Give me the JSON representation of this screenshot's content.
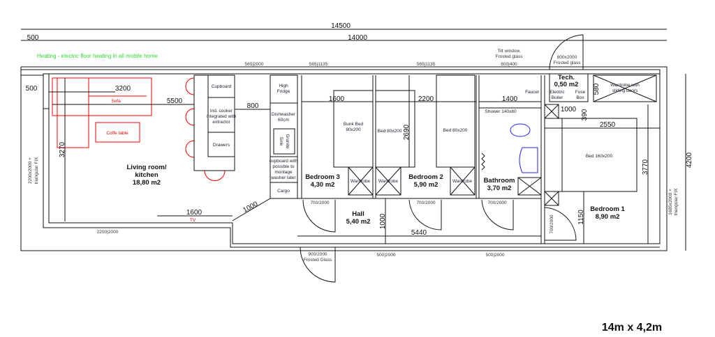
{
  "note": "Heating - electric floor heating in all mobile home",
  "title": "14m x 4,2m",
  "dimensions": {
    "total_length": "14500",
    "left_offset": "500",
    "house_length": "14000",
    "left_inner": "500",
    "sofa_width": "3200",
    "living_length": "5500",
    "living_depth": "3270",
    "kitchen_gap": "800",
    "bedroom3_width": "1600",
    "bedroom2_width": "2200",
    "bed_length": "2690",
    "shower_width": "1400",
    "tech_width": "1000",
    "tech_depth": "580",
    "tech_gap": "390",
    "bed1_width": "2550",
    "bed1_depth": "3770",
    "bed1_gap": "1150",
    "total_width": "4200",
    "hall_length": "5440",
    "hall_width": "1000",
    "tv_width": "1600",
    "diagonal": "1000"
  },
  "windows": {
    "w1": "565|2000",
    "w2": "565|1135",
    "w3": "565|1135",
    "tilt_label": "Tilt window,",
    "tilt_glass": "Frosted glass",
    "tilt": "800|400",
    "tech_door": "800x2000",
    "tech_door_glass": "Frosted glass",
    "left_fix_1": "2200x2000 +",
    "left_fix_2": "triangular FIX",
    "right_fix_1": "1685x2000 +",
    "right_fix_2": "triangular FIX",
    "bottom_left": "2200|2000",
    "bottom_mid": "500|2000",
    "bottom_right": "500|2000",
    "entry_door": "900/2000",
    "entry_glass": "Frosted Glass"
  },
  "doors": {
    "d1": "700/2000",
    "d2": "700/2000",
    "d3": "700/2000",
    "d4": "700/2000"
  },
  "rooms": {
    "living": {
      "line1": "Living room/",
      "line2": "kitchen",
      "area": "18,80 m2"
    },
    "bedroom3": {
      "name": "Bedroom 3",
      "area": "4,30 m2"
    },
    "bedroom2": {
      "name": "Bedroom 2",
      "area": "5,90 m2"
    },
    "bathroom": {
      "name": "Bathroom",
      "area": "3,70 m2"
    },
    "hall": {
      "name": "Hall",
      "area": "5,40 m2"
    },
    "tech": {
      "name": "Tech.",
      "area": "0,50 m2"
    },
    "bedroom1": {
      "name": "Bedroom 1",
      "area": "8,90 m2"
    }
  },
  "furniture": {
    "sofa": "Sofa",
    "coffee_table": "Coffe table",
    "tv": "TV",
    "cupboard": "Cupboard",
    "cooker_1": "Ind. cooker",
    "cooker_2": "integrated with",
    "cooker_3": "extractor",
    "drawers": "Drawers",
    "fridge_1": "High",
    "fridge_2": "Fridge",
    "dishwasher_1": "Dishwasher",
    "dishwasher_2": "60cm",
    "sink_1": "Granite",
    "sink_2": "Sink",
    "washer_1": "cupboard with",
    "washer_2": "possible to",
    "washer_3": "montage",
    "washer_4": "washer later",
    "cargo": "Cargo",
    "bunk_1": "Bunk Bed",
    "bunk_2": "80x200",
    "bed_single_a": "Bed 80x200",
    "bed_single_b": "Bed 80x200",
    "wardrobe_a": "Wardrobe",
    "wardrobe_b": "Wardrobe",
    "wardrobe_c": "Wardrobe",
    "shower": "Shower 140x80",
    "faucet": "Faucet",
    "boiler_1": "Electric",
    "boiler_2": "Boiler",
    "fuse_1": "Fuse",
    "fuse_2": "Box",
    "bed_double": "Bed 160x200",
    "wardrobe_sliding_1": "Wardrobe with",
    "wardrobe_sliding_2": "sliding doors"
  }
}
